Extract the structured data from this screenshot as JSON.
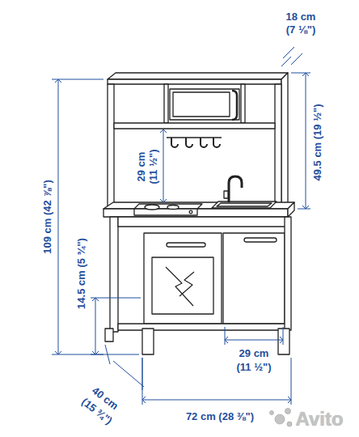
{
  "diagram": {
    "labels": [
      "18 cm",
      "(7 ⅛\")",
      "109 cm (42 ⅞\")",
      "49.5 cm (19 ½\")",
      "29 cm",
      "(11 ½\")",
      "14.5 cm (5 ¾\")",
      "29 cm",
      "(11 ½\")",
      "40 cm",
      "(15 ¾\")",
      "72 cm (28 ⅜\")",
      "Avito"
    ]
  }
}
